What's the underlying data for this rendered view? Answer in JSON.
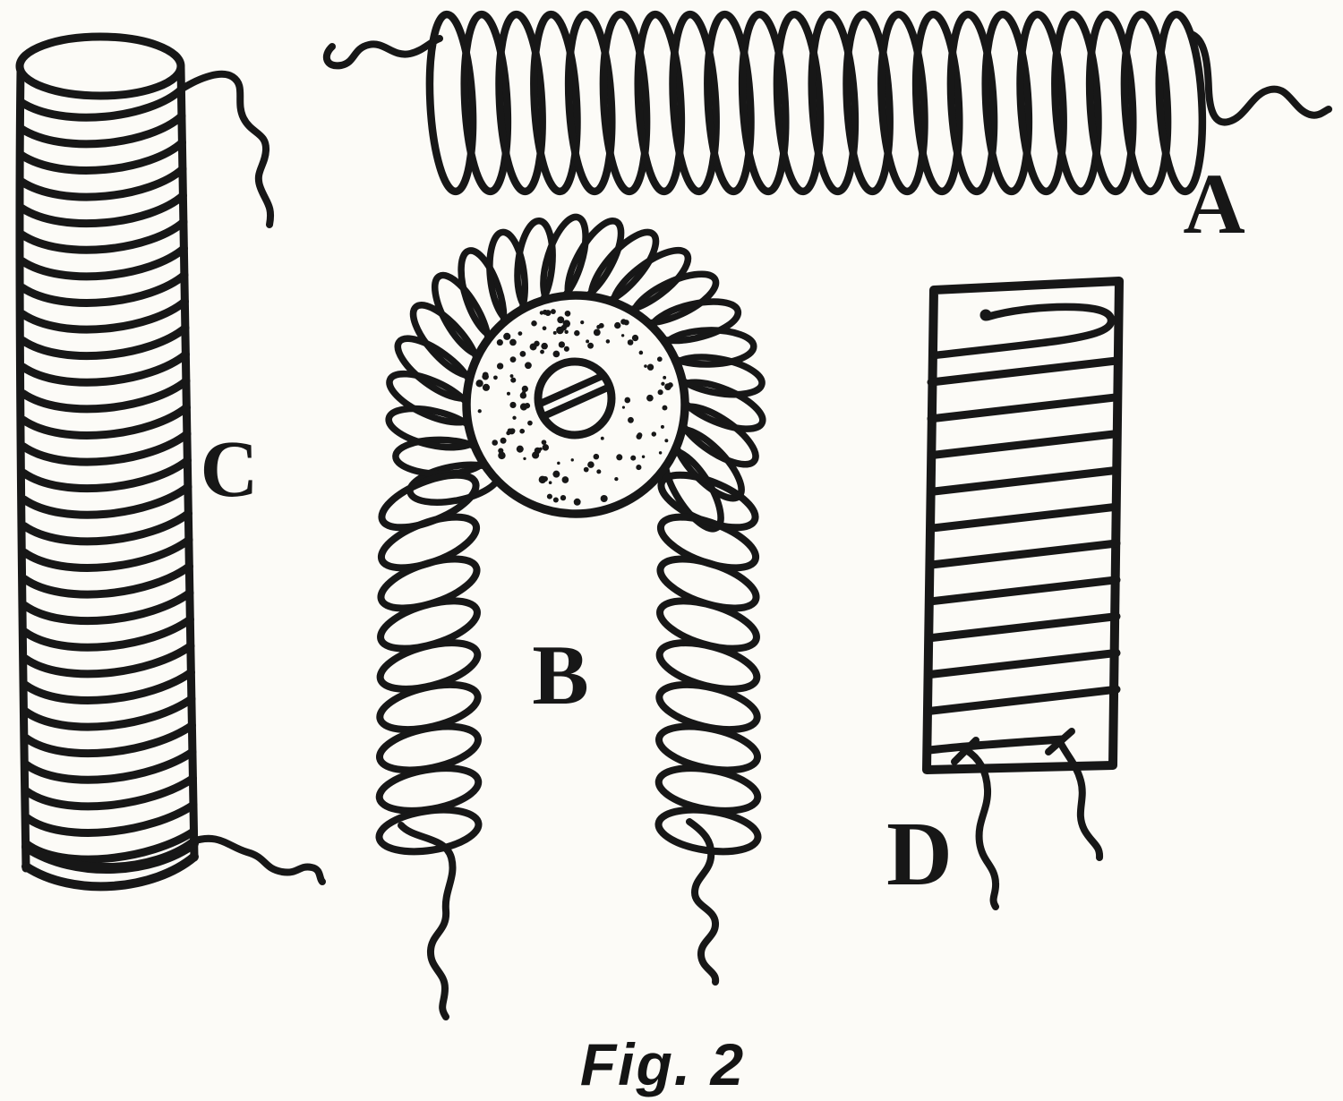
{
  "figure": {
    "caption": "Fig. 2",
    "labels": {
      "coil_a": "A",
      "coil_b": "B",
      "coil_c": "C",
      "coil_d": "D"
    },
    "colors": {
      "ink": "#171717",
      "paper": "#fcfbf7"
    }
  }
}
